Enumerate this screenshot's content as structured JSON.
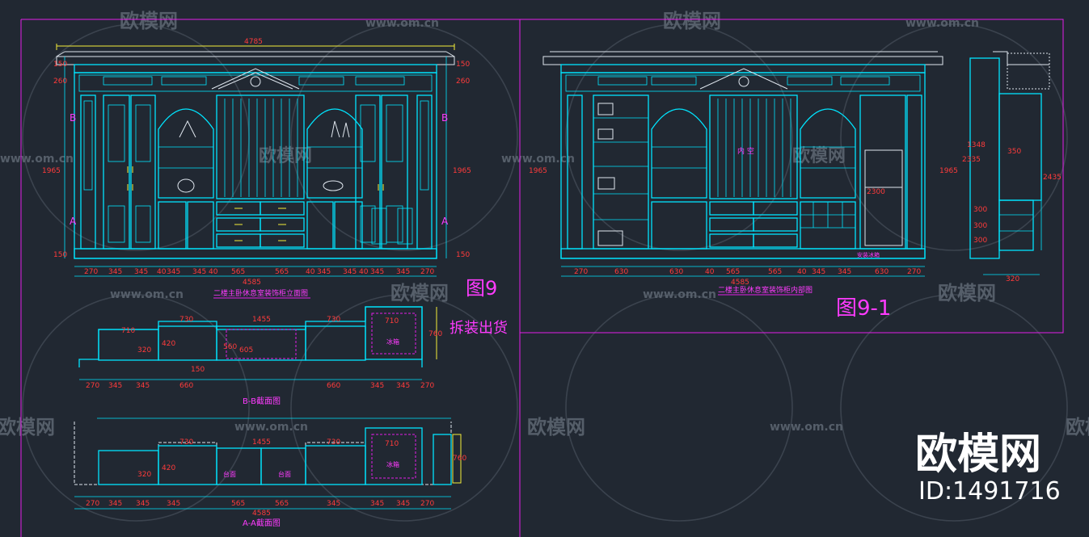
{
  "watermarks": {
    "brand": "欧模网",
    "site": "www.om.cn"
  },
  "figure_a": {
    "title": "图9",
    "note": "拆装出货",
    "elevation_caption": "二楼主卧休息室装饰柜立面图",
    "bb_caption": "B-B截面图",
    "aa_caption": "A-A截面图",
    "overall_width": "4785",
    "inner_width": "4585",
    "overall_height": "1965",
    "side_labels": {
      "b": "B",
      "a": "A"
    },
    "row_heights": [
      "150",
      "260",
      "150"
    ],
    "bottom_dims": [
      "270",
      "345",
      "345",
      "40",
      "345",
      "345",
      "40",
      "565",
      "565",
      "40",
      "345",
      "345",
      "40",
      "345",
      "345",
      "270"
    ],
    "bb_dims": [
      "270",
      "345",
      "345",
      "660",
      "660",
      "345",
      "345",
      "270"
    ],
    "bb_top_dims": [
      "710",
      "730",
      "1455",
      "730",
      "710"
    ],
    "aa_bottom_total": "4585",
    "aa_dims": [
      "270",
      "345",
      "345",
      "345",
      "565",
      "565",
      "345",
      "345",
      "345",
      "270"
    ],
    "inner_notes": [
      "760",
      "320",
      "420",
      "560",
      "605",
      "150",
      "冰箱"
    ],
    "slab_label": "台面"
  },
  "figure_b": {
    "title": "图9-1",
    "elevation_caption": "二楼主卧休息室装饰柜内部图",
    "overall_width": "4585",
    "heights": [
      "1965",
      "2300"
    ],
    "right_section_dims": [
      "350",
      "320",
      "1348",
      "2435",
      "2335",
      "300",
      "300",
      "300"
    ],
    "bottom_dims": [
      "270",
      "630",
      "630",
      "40",
      "565",
      "565",
      "40",
      "345",
      "345",
      "630",
      "270"
    ],
    "inner_labels": [
      "内 空",
      "安装冰箱"
    ]
  },
  "brand_panel": {
    "name": "欧模网",
    "id": "ID:1491716"
  },
  "colors": {
    "background": "#212832",
    "cad_cyan": "#00e5ff",
    "cad_magenta": "#ff3bff",
    "dimension_red": "#ff3b3b",
    "cad_yellow": "#f5ee3a"
  }
}
